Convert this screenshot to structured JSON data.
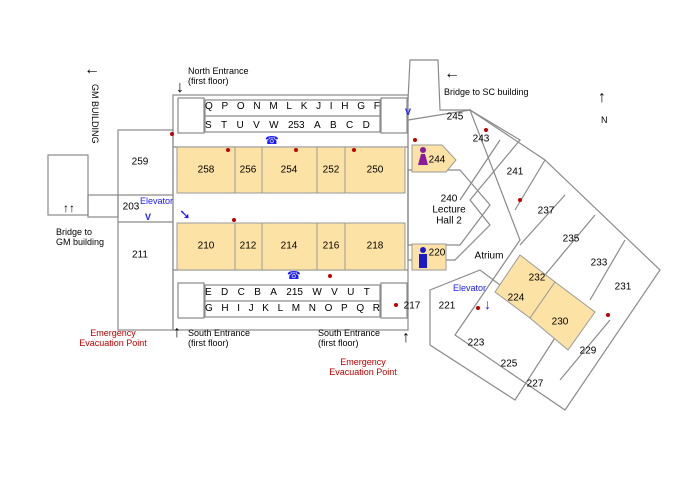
{
  "labels": {
    "gm_building": "GM BUILDING",
    "north_entrance": "North Entrance",
    "north_entrance_sub": "(first floor)",
    "bridge_sc": "Bridge to SC building",
    "north": "N",
    "bridge_gm_1": "Bridge to",
    "bridge_gm_2": "GM building",
    "elevator_left": "Elevator",
    "elevator_right": "Elevator",
    "south_entrance_left": "South Entrance",
    "south_entrance_left_sub": "(first floor)",
    "south_entrance_right": "South Entrance",
    "south_entrance_right_sub": "(first floor)",
    "evac_left_1": "Emergency",
    "evac_left_2": "Evacuation Point",
    "evac_right_1": "Emergency",
    "evac_right_2": "Evacuation Point",
    "vending": "V",
    "lecture_hall_1": "240",
    "lecture_hall_2": "Lecture",
    "lecture_hall_3": "Hall 2",
    "atrium": "Atrium"
  },
  "north_lockers_top": [
    "Q",
    "P",
    "O",
    "N",
    "M",
    "L",
    "K",
    "J",
    "I",
    "H",
    "G",
    "F"
  ],
  "north_lockers_bottom": [
    "S",
    "T",
    "U",
    "V",
    "W",
    "253",
    "A",
    "B",
    "C",
    "D"
  ],
  "south_lockers_top": [
    "E",
    "D",
    "C",
    "B",
    "A",
    "215",
    "W",
    "V",
    "U",
    "T"
  ],
  "south_lockers_bottom": [
    "G",
    "H",
    "I",
    "J",
    "K",
    "L",
    "M",
    "N",
    "O",
    "P",
    "Q",
    "R"
  ],
  "rooms_highlighted": [
    "258",
    "256",
    "254",
    "252",
    "250",
    "210",
    "212",
    "214",
    "216",
    "218",
    "244",
    "220",
    "224",
    "232",
    "230"
  ],
  "rooms_other": [
    "259",
    "203",
    "211",
    "245",
    "243",
    "241",
    "237",
    "235",
    "233",
    "231",
    "229",
    "227",
    "225",
    "223",
    "221",
    "217"
  ],
  "colors": {
    "highlight": "#fde2a6",
    "walls": "#8a8a8a",
    "evacuation": "#c00000",
    "elevator": "#1a1aff",
    "restroom_women": "#8b1aa0",
    "restroom_men": "#1a1acc"
  }
}
